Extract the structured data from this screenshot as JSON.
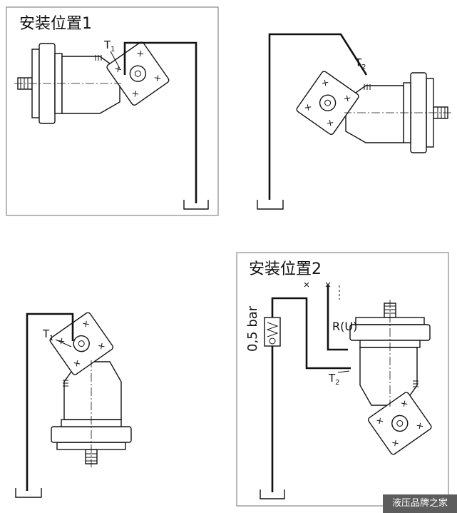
{
  "panels": {
    "position1": {
      "title": "安装位置1",
      "port_label": "T",
      "port_sub": "1"
    },
    "top_right": {
      "port_label": "T",
      "port_sub": "2"
    },
    "bottom_left": {
      "port_label": "T",
      "port_sub": "1"
    },
    "position2": {
      "title": "安装位置2",
      "pressure_label": "0,5 bar",
      "r_label": "R(U)",
      "port_label": "T",
      "port_sub": "2"
    }
  },
  "watermark": "液压品牌之家"
}
